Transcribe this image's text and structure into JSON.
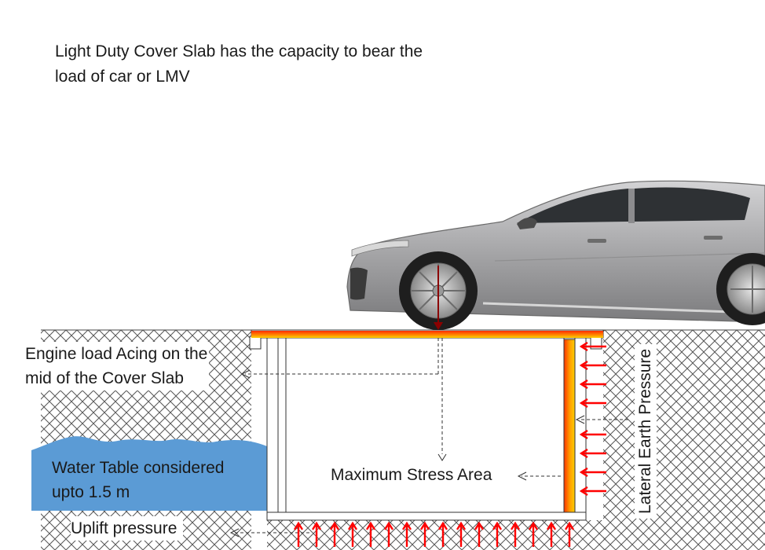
{
  "title": {
    "line1": "Light Duty Cover Slab has the capacity to bear the",
    "line2": "load of car or LMV"
  },
  "labels": {
    "engine_line1": "Engine load Acing on the",
    "engine_line2": "mid of the Cover Slab",
    "water_line1": "Water Table considered",
    "water_line2": "upto 1.5 m",
    "stress": "Maximum Stress Area",
    "uplift": "Uplift pressure",
    "lateral": "Lateral Earth Pressure"
  },
  "colors": {
    "water": "#5b9bd5",
    "arrow": "#ff0000",
    "slab_hot": "#ff2a00",
    "slab_warm": "#ffc000",
    "car_body": "#a9a9ab",
    "soil_hatch": "#555555"
  },
  "icons": [
    "car-image",
    "load-arrow-icon",
    "uplift-arrow-icon",
    "lateral-arrow-icon"
  ]
}
